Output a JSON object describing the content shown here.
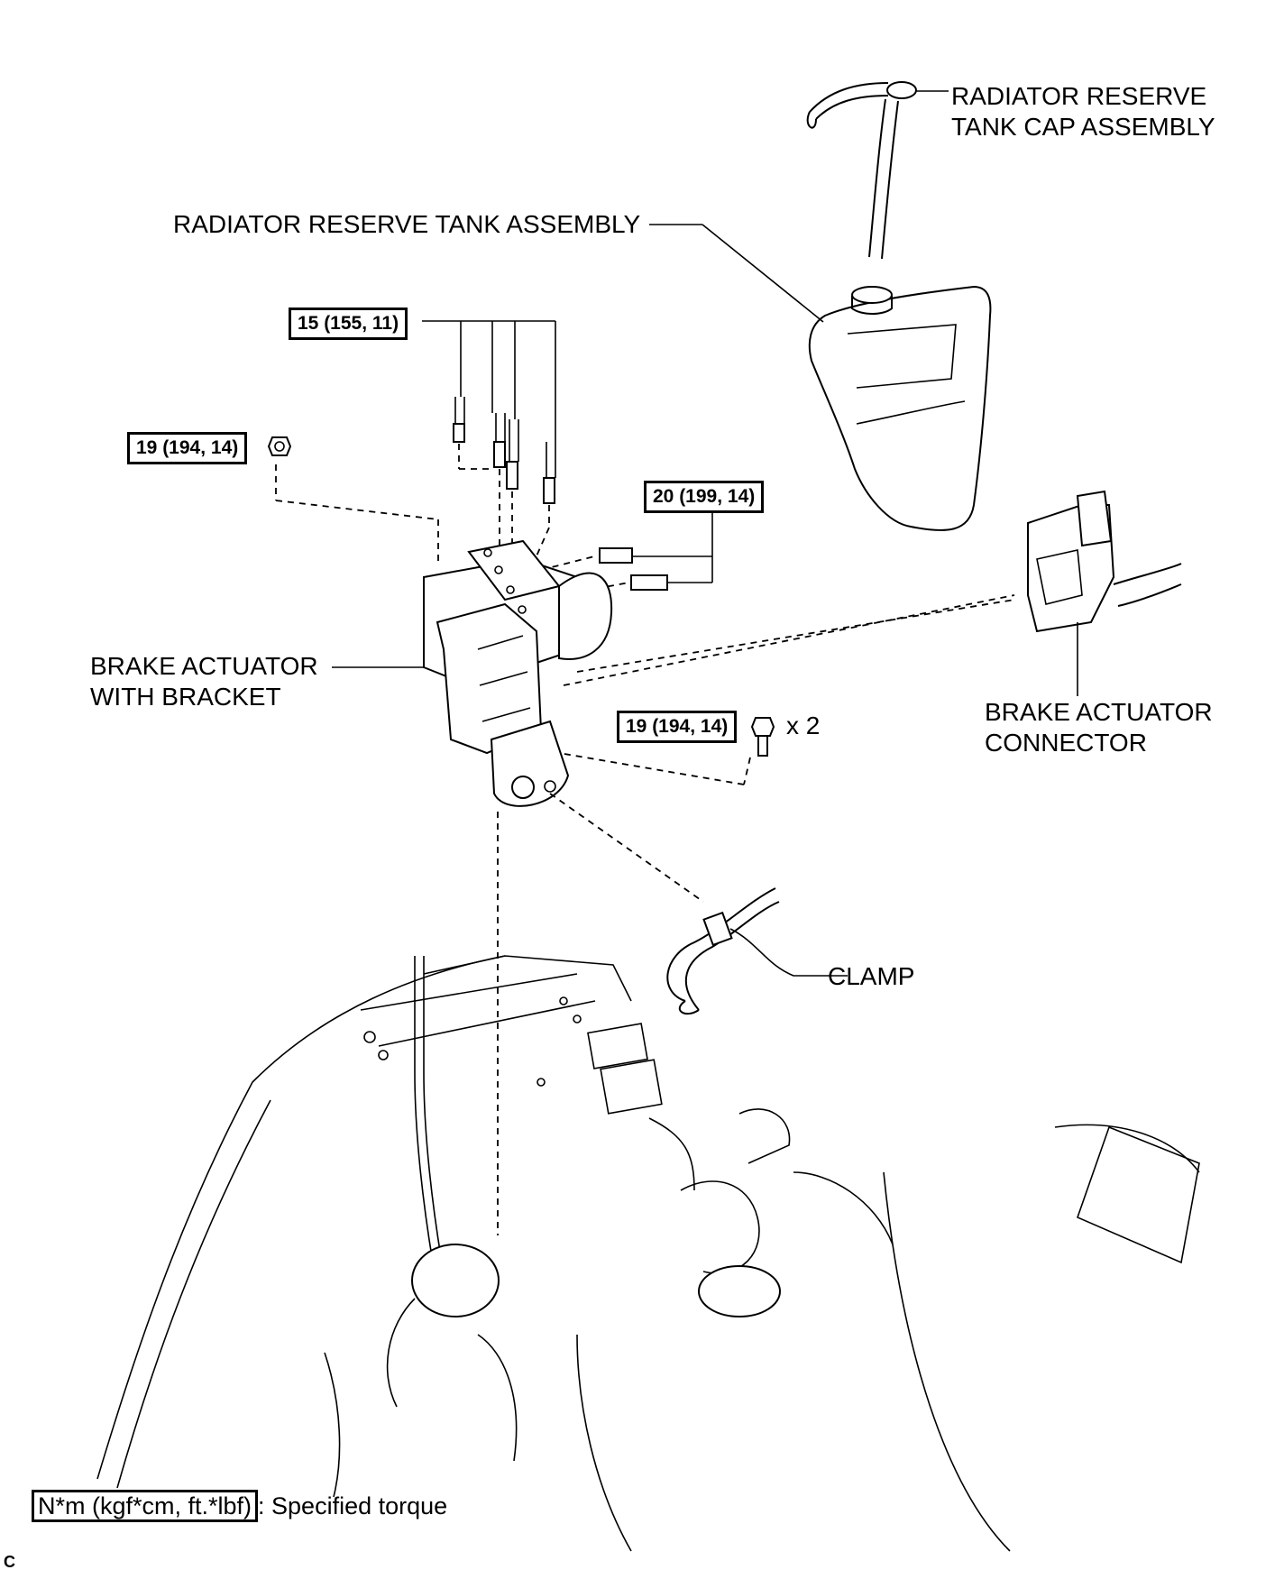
{
  "labels": {
    "cap_assembly": [
      "RADIATOR RESERVE",
      "TANK CAP ASSEMBLY"
    ],
    "tank_assembly": "RADIATOR RESERVE TANK ASSEMBLY",
    "brake_actuator": [
      "BRAKE ACTUATOR",
      "WITH BRACKET"
    ],
    "actuator_connector": [
      "BRAKE ACTUATOR",
      "CONNECTOR"
    ],
    "clamp": "CLAMP",
    "multiplier": "x 2"
  },
  "torques": {
    "brake_lines": "15 (155, 11)",
    "nut": "19 (194, 14)",
    "side_lines": "20 (199, 14)",
    "bolts": "19 (194, 14)"
  },
  "legend": {
    "units": "N*m (kgf*cm, ft.*lbf)",
    "description": ": Specified torque"
  },
  "corner_mark": "C"
}
